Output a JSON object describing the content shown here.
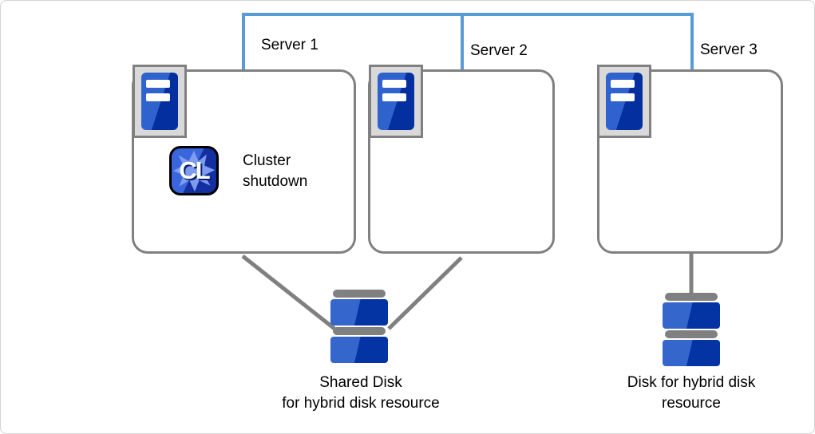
{
  "colors": {
    "accent-blue": "#5b9bd5",
    "line-gray": "#808080",
    "frame-gray": "#d9d9d9",
    "canvas-border": "#d3d3d3",
    "blue-light": "#2f62cc",
    "blue-dark": "#04309f",
    "disk-blue-light": "#3566cc",
    "disk-blue-dark": "#0434a3",
    "cl-blue-light": "#3a66dd",
    "cl-blue-dark": "#132fa0",
    "cl-border": "#000000",
    "gear-blue": "#7e9bf0"
  },
  "servers": [
    {
      "label": "Server 1"
    },
    {
      "label": "Server 2"
    },
    {
      "label": "Server 3"
    }
  ],
  "cluster_action": {
    "icon_text": "CL",
    "lines": [
      "Cluster",
      "shutdown"
    ]
  },
  "shared_disk": {
    "lines": [
      "Shared Disk",
      "for hybrid disk resource"
    ]
  },
  "hybrid_disk": {
    "lines": [
      "Disk for hybrid disk",
      "resource"
    ]
  },
  "icons": {
    "server": "server-tower-icon",
    "cluster": "cl-gear-icon",
    "disk": "disk-stack-icon",
    "interconnect": "network-interconnect-line"
  }
}
